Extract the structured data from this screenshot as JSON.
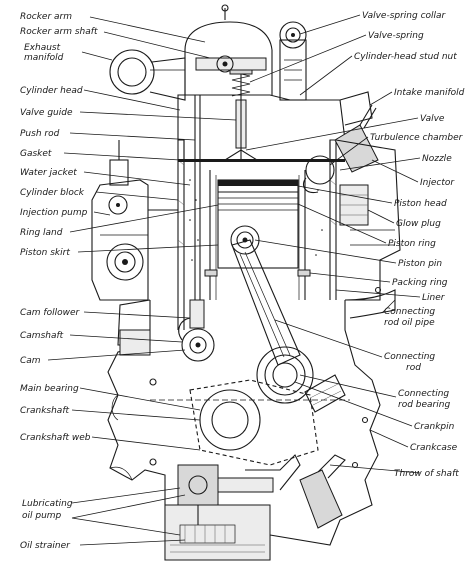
{
  "left_labels": [
    {
      "id": "rocker-arm",
      "text": "Rocker arm"
    },
    {
      "id": "rocker-arm-shaft",
      "text": "Rocker arm shaft"
    },
    {
      "id": "exhaust-manifold-1",
      "text": "Exhaust"
    },
    {
      "id": "exhaust-manifold-2",
      "text": "manifold"
    },
    {
      "id": "cylinder-head",
      "text": "Cylinder head"
    },
    {
      "id": "valve-guide",
      "text": "Valve guide"
    },
    {
      "id": "push-rod",
      "text": "Push rod"
    },
    {
      "id": "gasket",
      "text": "Gasket"
    },
    {
      "id": "water-jacket",
      "text": "Water jacket"
    },
    {
      "id": "cylinder-block",
      "text": "Cylinder block"
    },
    {
      "id": "injection-pump",
      "text": "Injection pump"
    },
    {
      "id": "ring-land",
      "text": "Ring land"
    },
    {
      "id": "piston-skirt",
      "text": "Piston skirt"
    },
    {
      "id": "cam-follower",
      "text": "Cam follower"
    },
    {
      "id": "camshaft",
      "text": "Camshaft"
    },
    {
      "id": "cam",
      "text": "Cam"
    },
    {
      "id": "main-bearing",
      "text": "Main bearing"
    },
    {
      "id": "crankshaft",
      "text": "Crankshaft"
    },
    {
      "id": "crankshaft-web",
      "text": "Crankshaft web"
    },
    {
      "id": "lubricating-oil-pump-1",
      "text": "Lubricating"
    },
    {
      "id": "lubricating-oil-pump-2",
      "text": "oil pump"
    },
    {
      "id": "oil-strainer",
      "text": "Oil strainer"
    }
  ],
  "right_labels": [
    {
      "id": "valve-spring-collar",
      "text": "Valve-spring collar"
    },
    {
      "id": "valve-spring",
      "text": "Valve-spring"
    },
    {
      "id": "cylinder-head-stud-nut",
      "text": "Cylinder-head stud nut"
    },
    {
      "id": "intake-manifold",
      "text": "Intake manifold"
    },
    {
      "id": "valve",
      "text": "Valve"
    },
    {
      "id": "turbulence-chamber",
      "text": "Turbulence chamber"
    },
    {
      "id": "nozzle",
      "text": "Nozzle"
    },
    {
      "id": "injector",
      "text": "Injector"
    },
    {
      "id": "piston-head",
      "text": "Piston head"
    },
    {
      "id": "glow-plug",
      "text": "Glow plug"
    },
    {
      "id": "piston-ring",
      "text": "Piston ring"
    },
    {
      "id": "piston-pin",
      "text": "Piston pin"
    },
    {
      "id": "packing-ring",
      "text": "Packing ring"
    },
    {
      "id": "liner",
      "text": "Liner"
    },
    {
      "id": "connecting-rod-oil-pipe-1",
      "text": "Connecting"
    },
    {
      "id": "connecting-rod-oil-pipe-2",
      "text": "rod oil pipe"
    },
    {
      "id": "connecting-rod-1",
      "text": "Connecting"
    },
    {
      "id": "connecting-rod-2",
      "text": "rod"
    },
    {
      "id": "connecting-rod-bearing-1",
      "text": "Connecting"
    },
    {
      "id": "connecting-rod-bearing-2",
      "text": "rod bearing"
    },
    {
      "id": "crankpin",
      "text": "Crankpin"
    },
    {
      "id": "crankcase",
      "text": "Crankcase"
    },
    {
      "id": "throw-of-shaft",
      "text": "Throw of shaft"
    }
  ]
}
